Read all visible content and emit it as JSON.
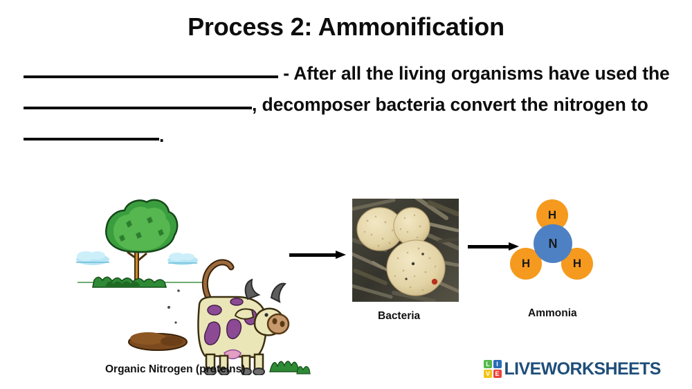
{
  "worksheet": {
    "title": "Process 2: Ammonification",
    "prompt": {
      "blank_1": "",
      "segment_1": " - After all the living organisms have used the ",
      "blank_2": "",
      "segment_2": ", decomposer bacteria convert the nitrogen to ",
      "blank_3": "",
      "segment_3": "."
    },
    "diagram": {
      "stage_1_caption": "Organic Nitrogen (proteins)",
      "stage_2_caption": "Bacteria",
      "stage_3_caption": "Ammonia",
      "arrow_1_name": "arrow-organic-to-bacteria",
      "arrow_2_name": "arrow-bacteria-to-ammonia",
      "molecule": {
        "hydrogen_top": "H",
        "hydrogen_left": "H",
        "hydrogen_right": "H",
        "nitrogen": "N",
        "hydrogen_color": "#f59a1e",
        "nitrogen_color": "#4e81c4"
      }
    },
    "logo": {
      "tile_1": "L",
      "tile_2": "I",
      "tile_3": "V",
      "tile_4": "E",
      "wordmark": "LIVEWORKSHEETS",
      "wordmark_color": "#1f4e79",
      "tile_1_color": "#54b948",
      "tile_2_color": "#2b6cb6",
      "tile_3_color": "#f2c318",
      "tile_4_color": "#e8443a"
    }
  }
}
